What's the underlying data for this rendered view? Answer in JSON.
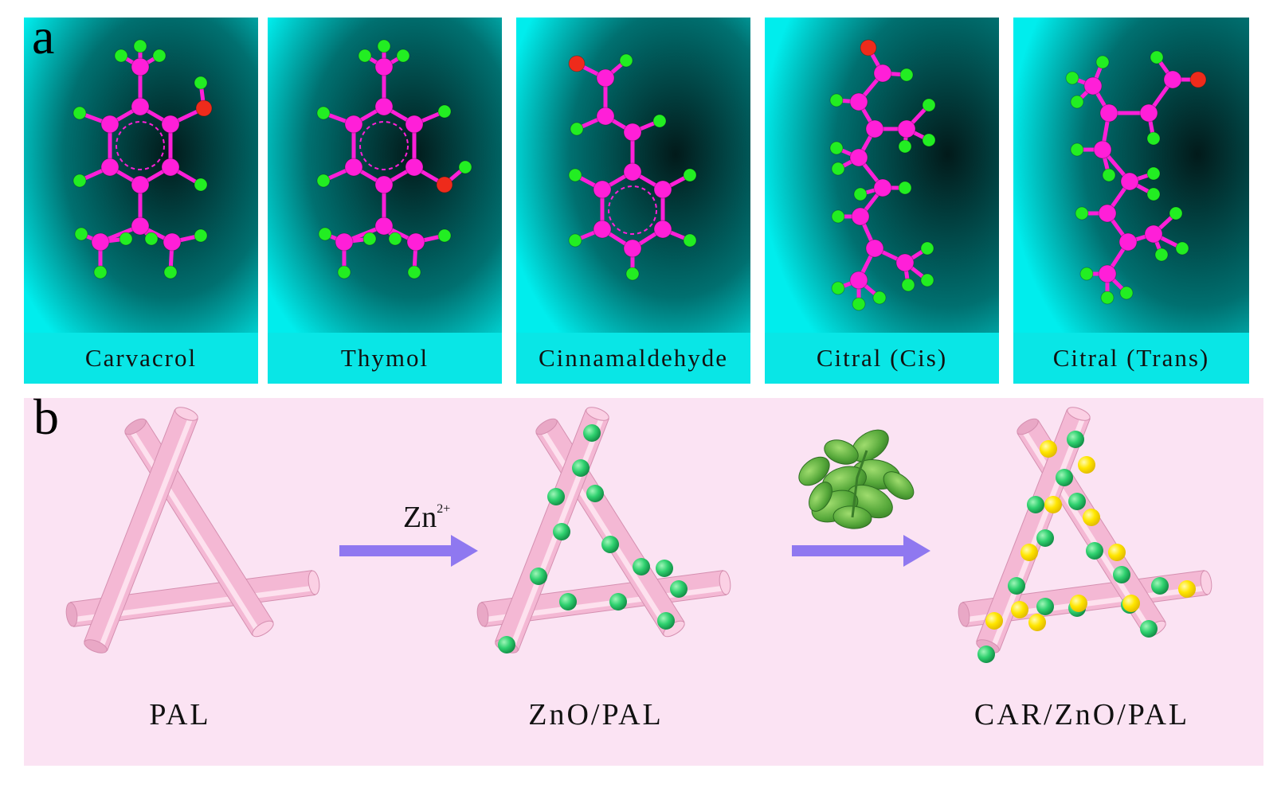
{
  "figure": {
    "panel_a_letter": "a",
    "panel_b_letter": "b"
  },
  "molecules": [
    {
      "name": "Carvacrol"
    },
    {
      "name": "Thymol"
    },
    {
      "name": "Cinnamaldehyde"
    },
    {
      "name": "Citral (Cis)"
    },
    {
      "name": "Citral (Trans)"
    }
  ],
  "scheme": {
    "stage1": "PAL",
    "stage2": "ZnO/PAL",
    "stage3": "CAR/ZnO/PAL",
    "reagent": "Zn",
    "reagent_charge": "2+"
  },
  "colors": {
    "carbon_atom": "#ff1fd8",
    "hydrogen_atom": "#22ee22",
    "oxygen_atom": "#ee2b1b",
    "bond": "#ff1fd8",
    "rod": "#f4b8d4",
    "zno_particle": "#1fc46a",
    "car_particle": "#ffe600",
    "arrow": "#8f78f0",
    "mint_leaf": "#5aa83c",
    "panel_a_bg": "#00eded",
    "panel_b_bg": "#fbe3f3"
  }
}
